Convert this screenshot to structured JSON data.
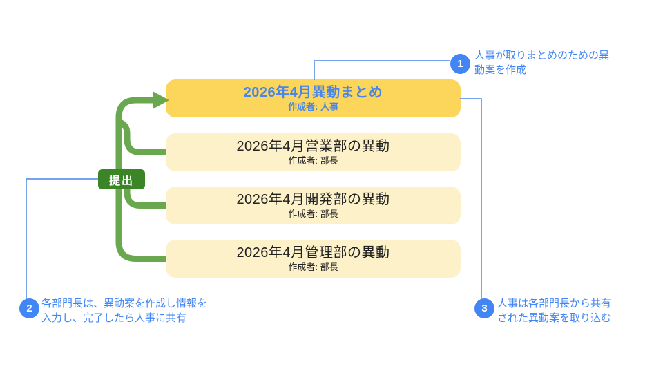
{
  "diagram": {
    "boxes": [
      {
        "title": "2026年4月異動まとめ",
        "subtitle": "作成者: 人事",
        "variant": "primary"
      },
      {
        "title": "2026年4月営業部の異動",
        "subtitle": "作成者: 部長",
        "variant": "plain"
      },
      {
        "title": "2026年4月開発部の異動",
        "subtitle": "作成者: 部長",
        "variant": "plain"
      },
      {
        "title": "2026年4月管理部の異動",
        "subtitle": "作成者: 部長",
        "variant": "plain"
      }
    ],
    "flow_label": "提出",
    "annotations": [
      {
        "number": "1",
        "text": "人事が取りまとめのための異\n動案を作成"
      },
      {
        "number": "2",
        "text": "各部門長は、異動案を作成し情報を\n入力し、完了したら人事に共有"
      },
      {
        "number": "3",
        "text": "人事は各部門長から共有\nされた異動案を取り込む"
      }
    ],
    "colors": {
      "primary_box_fill": "#FCD65B",
      "plain_box_fill": "#FDF1C9",
      "primary_box_text": "#4A86E8",
      "plain_box_text": "#212121",
      "flow_arrow_green": "#6AA84F",
      "flow_label_green": "#3B8526",
      "annotation_blue": "#4285F4",
      "connector_blue": "#4A86E8",
      "background": "#FFFFFF"
    }
  }
}
